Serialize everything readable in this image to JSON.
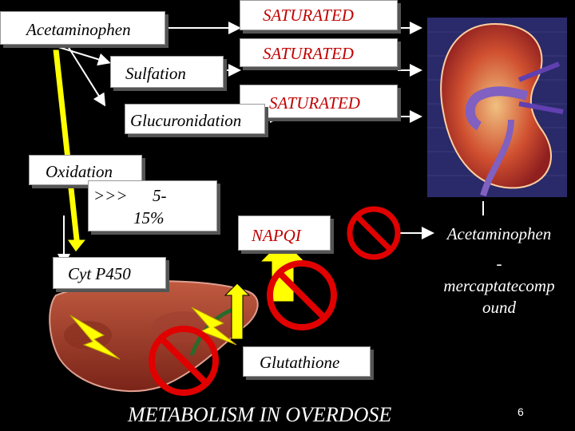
{
  "labels": {
    "acetaminophen": "Acetaminophen",
    "saturated_1": "SATURATED",
    "saturated_2": "SATURATED",
    "saturated_3": "SATURATED",
    "sulfation": "Sulfation",
    "glucuronidation": "Glucuronidation",
    "oxidation": "Oxidation",
    "oxidation_pct_1": ">>>      5-",
    "oxidation_pct_2": "15%",
    "napqi": "NAPQI",
    "cyt_p450": "Cyt P450",
    "glutathione": "Glutathione",
    "product_line1": "Acetaminophen",
    "product_line2": "-",
    "product_line3": "mercaptatecomp",
    "product_line4": "ound"
  },
  "title": "METABOLISM IN OVERDOSE",
  "slide_number": "6",
  "colors": {
    "background": "#000000",
    "arrow_yellow": "#ffff00",
    "no_symbol_red": "#e00000",
    "label_red": "#c00000"
  },
  "icons": [
    "kidney-image",
    "liver-image",
    "no-symbol-icon",
    "lightning-icon"
  ]
}
